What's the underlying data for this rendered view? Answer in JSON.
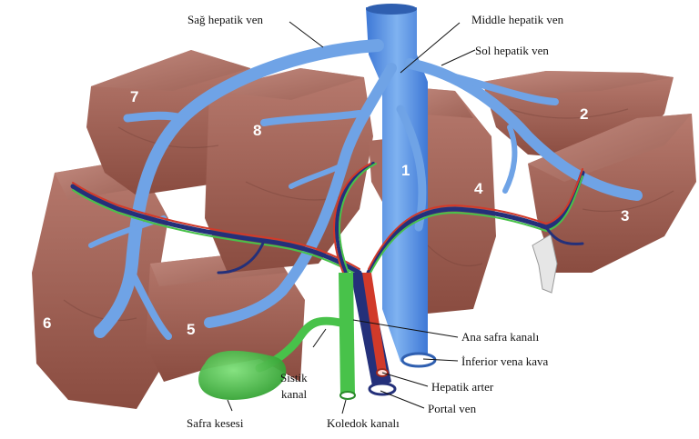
{
  "segments": [
    "1",
    "2",
    "3",
    "4",
    "5",
    "6",
    "7",
    "8"
  ],
  "labels": {
    "sag_hepatik_ven": "Sağ hepatik ven",
    "middle_hepatik_ven": "Middle hepatik ven",
    "sol_hepatik_ven": "Sol hepatik ven",
    "ana_safra_kanali": "Ana safra kanalı",
    "inferior_vena_kava": "İnferior vena kava",
    "hepatik_arter": "Hepatik arter",
    "portal_ven": "Portal ven",
    "sistik_kanal_1": "Sistik",
    "sistik_kanal_2": "kanal",
    "safra_kesesi": "Safra kesesi",
    "koledok_kanali": "Koledok kanalı"
  },
  "colors": {
    "liver": "#9a5a4d",
    "liver_light": "#b5756a",
    "liver_dark": "#6e3c33",
    "vein": "#6fa3e6",
    "vein_dark": "#2f5fb0",
    "portal": "#24307a",
    "artery": "#d13a2a",
    "bile": "#48c24a",
    "gallbladder": "#3cbf3c"
  }
}
